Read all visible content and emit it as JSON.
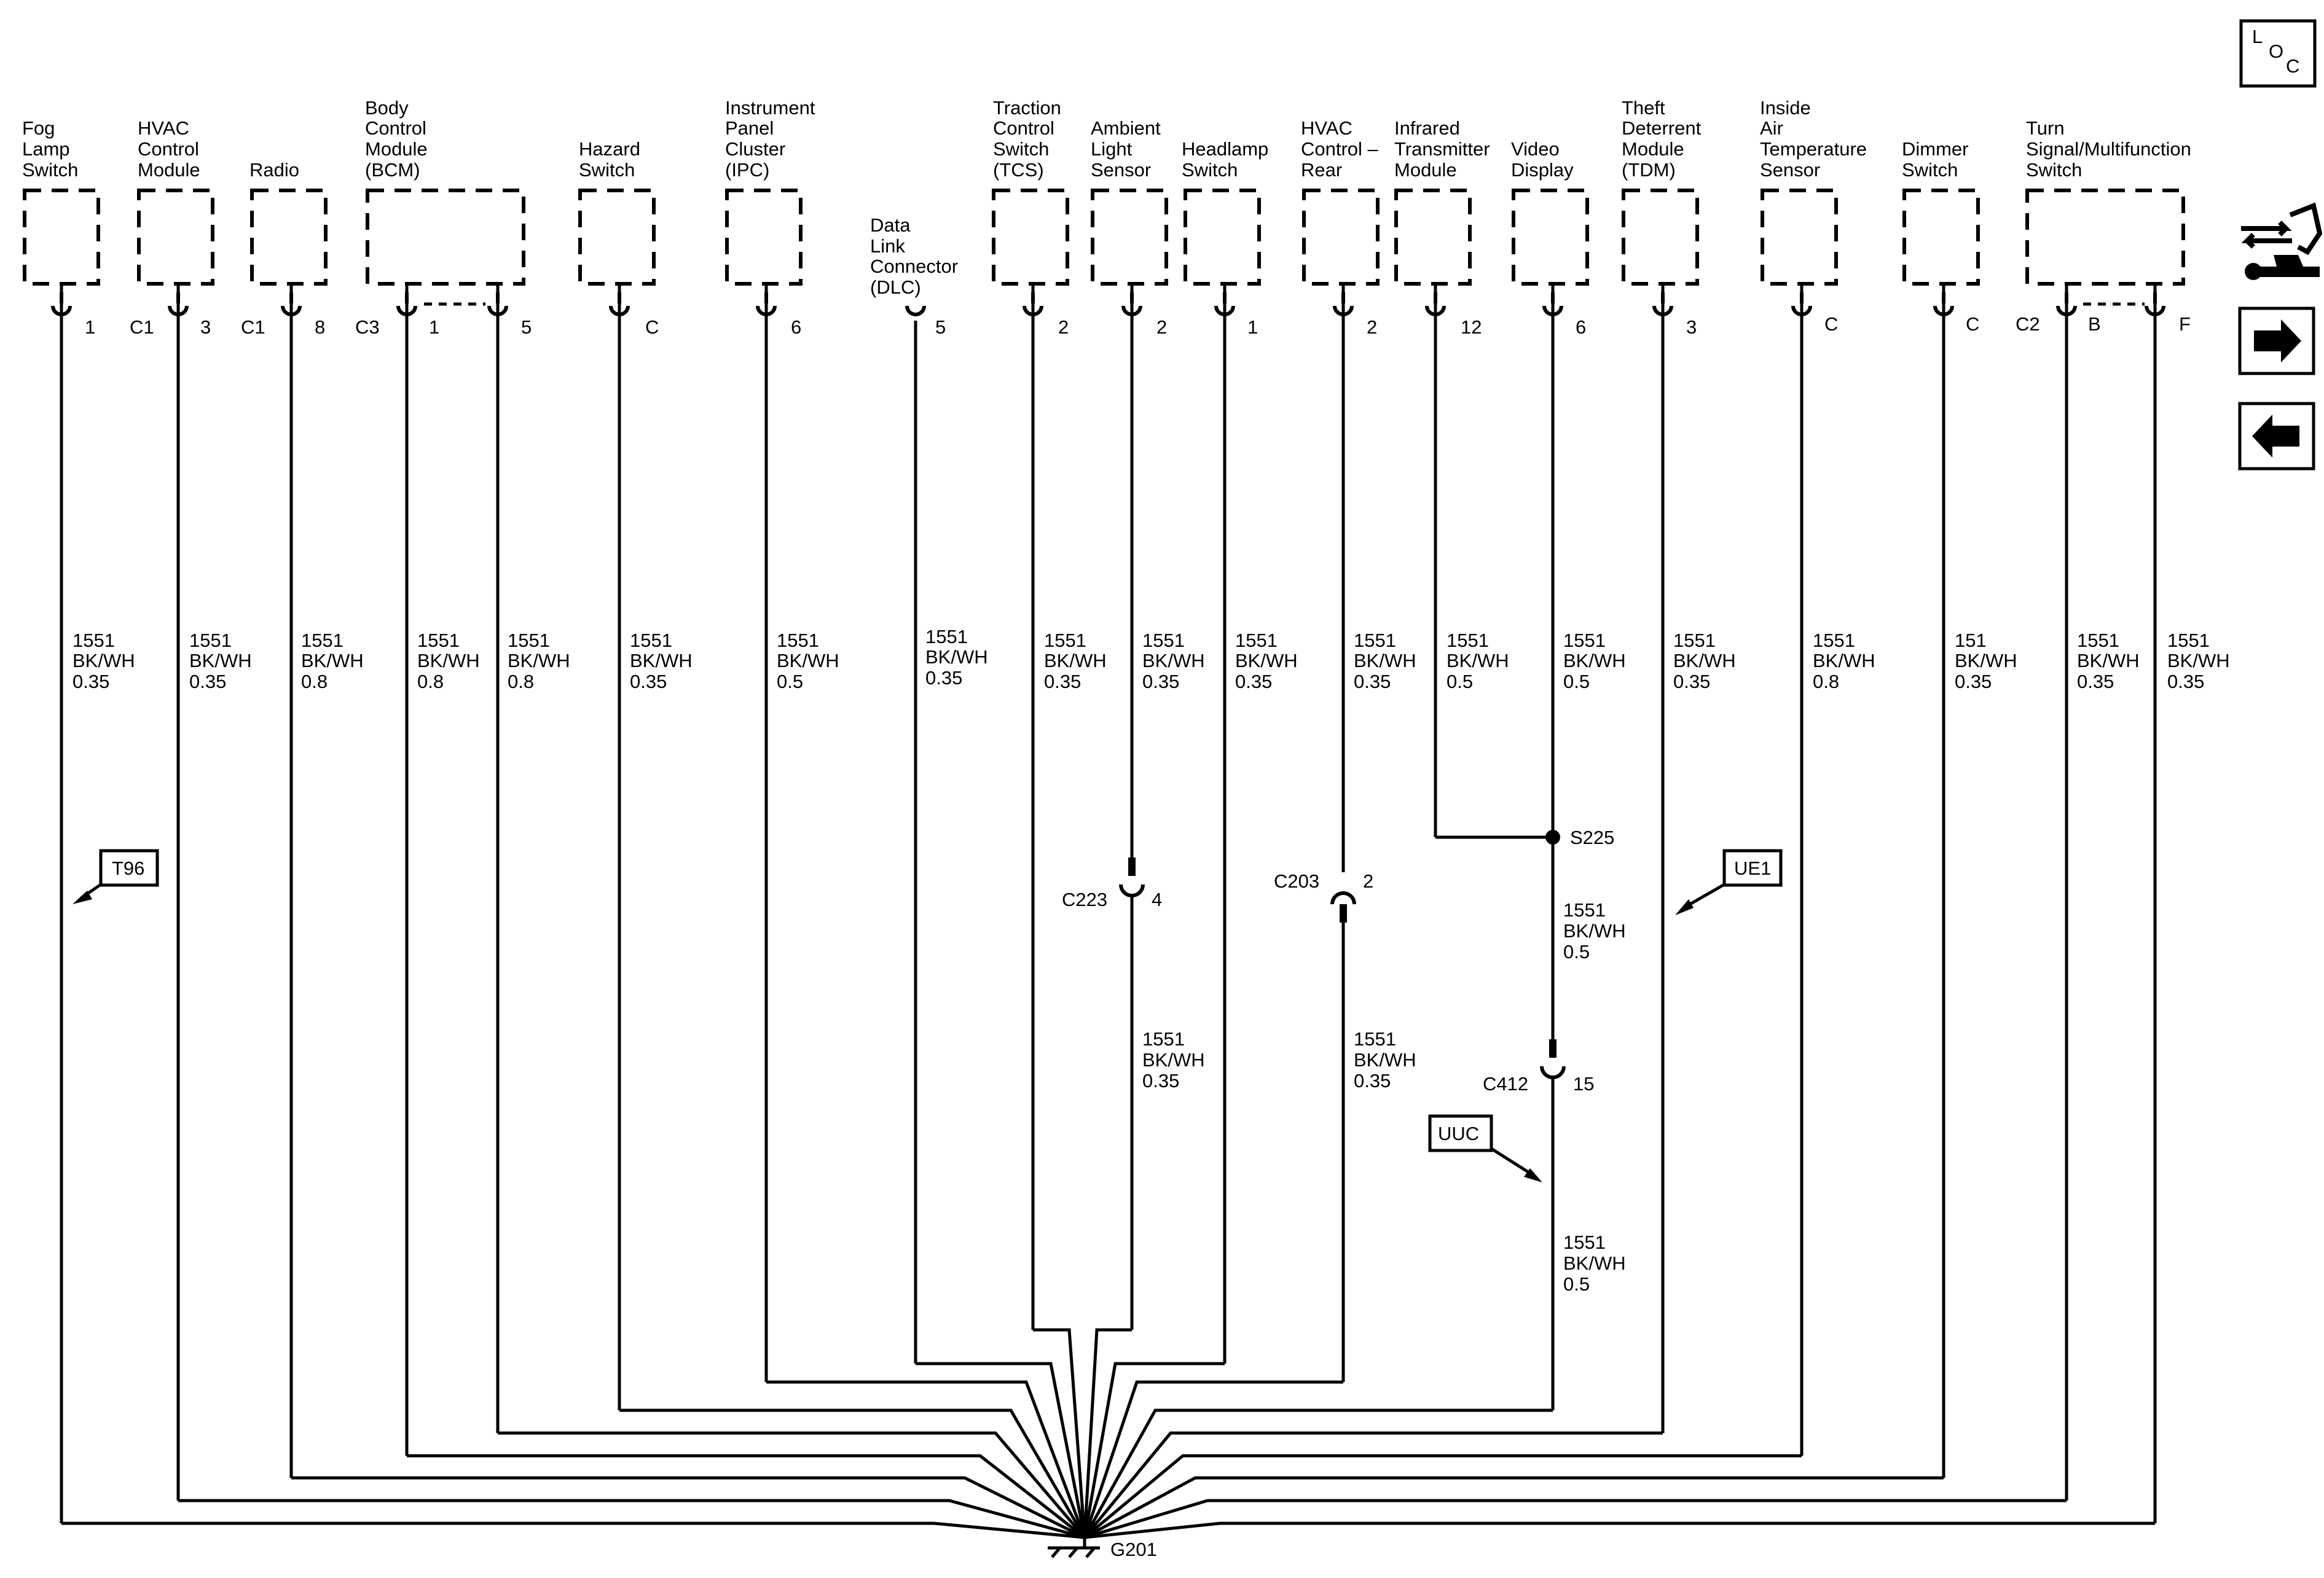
{
  "components": [
    {
      "label": [
        "Fog",
        "Lamp",
        "Switch"
      ]
    },
    {
      "label": [
        "HVAC",
        "Control",
        "Module"
      ]
    },
    {
      "label": [
        "Radio"
      ]
    },
    {
      "label": [
        "Body",
        "Control",
        "Module",
        "(BCM)"
      ]
    },
    {
      "label": [
        "Hazard",
        "Switch"
      ]
    },
    {
      "label": [
        "Instrument",
        "Panel",
        "Cluster",
        "(IPC)"
      ]
    },
    {
      "label": [
        "Data",
        "Link",
        "Connector",
        "(DLC)"
      ]
    },
    {
      "label": [
        "Traction",
        "Control",
        "Switch",
        "(TCS)"
      ]
    },
    {
      "label": [
        "Ambient",
        "Light",
        "Sensor"
      ]
    },
    {
      "label": [
        "Headlamp",
        "Switch"
      ]
    },
    {
      "label": [
        "HVAC",
        "Control –",
        "Rear"
      ]
    },
    {
      "label": [
        "Infrared",
        "Transmitter",
        "Module"
      ]
    },
    {
      "label": [
        "Video",
        "Display"
      ]
    },
    {
      "label": [
        "Theft",
        "Deterrent",
        "Module",
        "(TDM)"
      ]
    },
    {
      "label": [
        "Inside",
        "Air",
        "Temperature",
        "Sensor"
      ]
    },
    {
      "label": [
        "Dimmer",
        "Switch"
      ]
    },
    {
      "label": [
        "Turn",
        "Signal/Multifunction",
        "Switch"
      ]
    }
  ],
  "pins": [
    {
      "connector": "",
      "pin": "1"
    },
    {
      "connector": "C1",
      "pin": "3"
    },
    {
      "connector": "C1",
      "pin": "8"
    },
    {
      "connector": "C3",
      "pin": "1"
    },
    {
      "connector": "",
      "pin": "5"
    },
    {
      "connector": "",
      "pin": "C"
    },
    {
      "connector": "",
      "pin": "6"
    },
    {
      "connector": "",
      "pin": "5"
    },
    {
      "connector": "",
      "pin": "2"
    },
    {
      "connector": "",
      "pin": "2"
    },
    {
      "connector": "",
      "pin": "1"
    },
    {
      "connector": "",
      "pin": "2"
    },
    {
      "connector": "",
      "pin": "12"
    },
    {
      "connector": "",
      "pin": "6"
    },
    {
      "connector": "",
      "pin": "3"
    },
    {
      "connector": "",
      "pin": "C"
    },
    {
      "connector": "",
      "pin": "C"
    },
    {
      "connector": "C2",
      "pin": "B"
    },
    {
      "connector": "",
      "pin": "F"
    }
  ],
  "wire_labels": [
    [
      "1551",
      "BK/WH",
      "0.35"
    ],
    [
      "1551",
      "BK/WH",
      "0.35"
    ],
    [
      "1551",
      "BK/WH",
      "0.8"
    ],
    [
      "1551",
      "BK/WH",
      "0.8"
    ],
    [
      "1551",
      "BK/WH",
      "0.8"
    ],
    [
      "1551",
      "BK/WH",
      "0.35"
    ],
    [
      "1551",
      "BK/WH",
      "0.5"
    ],
    [
      "1551",
      "BK/WH",
      "0.35"
    ],
    [
      "1551",
      "BK/WH",
      "0.35"
    ],
    [
      "1551",
      "BK/WH",
      "0.35"
    ],
    [
      "1551",
      "BK/WH",
      "0.35"
    ],
    [
      "1551",
      "BK/WH",
      "0.35"
    ],
    [
      "1551",
      "BK/WH",
      "0.5"
    ],
    [
      "1551",
      "BK/WH",
      "0.5"
    ],
    [
      "1551",
      "BK/WH",
      "0.35"
    ],
    [
      "1551",
      "BK/WH",
      "0.8"
    ],
    [
      "151",
      "BK/WH",
      "0.35"
    ],
    [
      "1551",
      "BK/WH",
      "0.35"
    ],
    [
      "1551",
      "BK/WH",
      "0.35"
    ],
    [
      "1551",
      "BK/WH",
      "0.35"
    ],
    [
      "1551",
      "BK/WH",
      "0.35"
    ],
    [
      "1551",
      "BK/WH",
      "0.5"
    ],
    [
      "1551",
      "BK/WH",
      "0.5"
    ]
  ],
  "inline_connectors": [
    {
      "name": "C223",
      "pin": "4"
    },
    {
      "name": "C203",
      "pin": "2"
    },
    {
      "name": "C412",
      "pin": "15"
    }
  ],
  "splice": "S225",
  "ground": "G201",
  "option_tags": [
    "T96",
    "UE1",
    "UUC"
  ],
  "nav": {
    "loc": [
      "L",
      "O",
      "C"
    ],
    "icons": [
      "component-views-icon",
      "next-page-arrow-icon",
      "previous-page-arrow-icon"
    ]
  }
}
